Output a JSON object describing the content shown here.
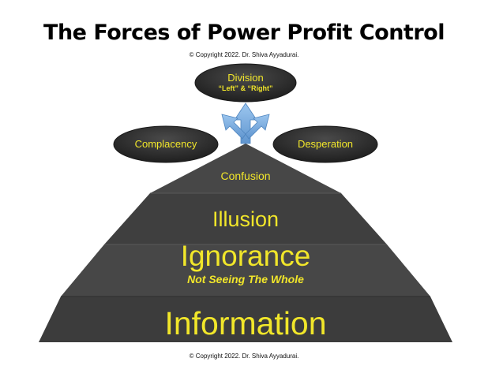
{
  "title": "The Forces of Power Profit Control",
  "copyright_top": "© Copyright 2022. Dr. Shiva Ayyadurai.",
  "copyright_bottom": "© Copyright 2022. Dr. Shiva Ayyadurai.",
  "ellipses": {
    "division": {
      "label": "Division",
      "sublabel": "“Left” & “Right”"
    },
    "complacency": {
      "label": "Complacency"
    },
    "desperation": {
      "label": "Desperation"
    }
  },
  "pyramid": {
    "confusion": "Confusion",
    "illusion": "Illusion",
    "ignorance": "Ignorance",
    "ignorance_sub": "Not Seeing The Whole",
    "information": "Information"
  },
  "colors": {
    "tier_dark": "#3b3b3b",
    "tier_mid": "#4a4a4a",
    "text_yellow": "#f1e62a",
    "arrow_blue": "#7fb2e5"
  }
}
